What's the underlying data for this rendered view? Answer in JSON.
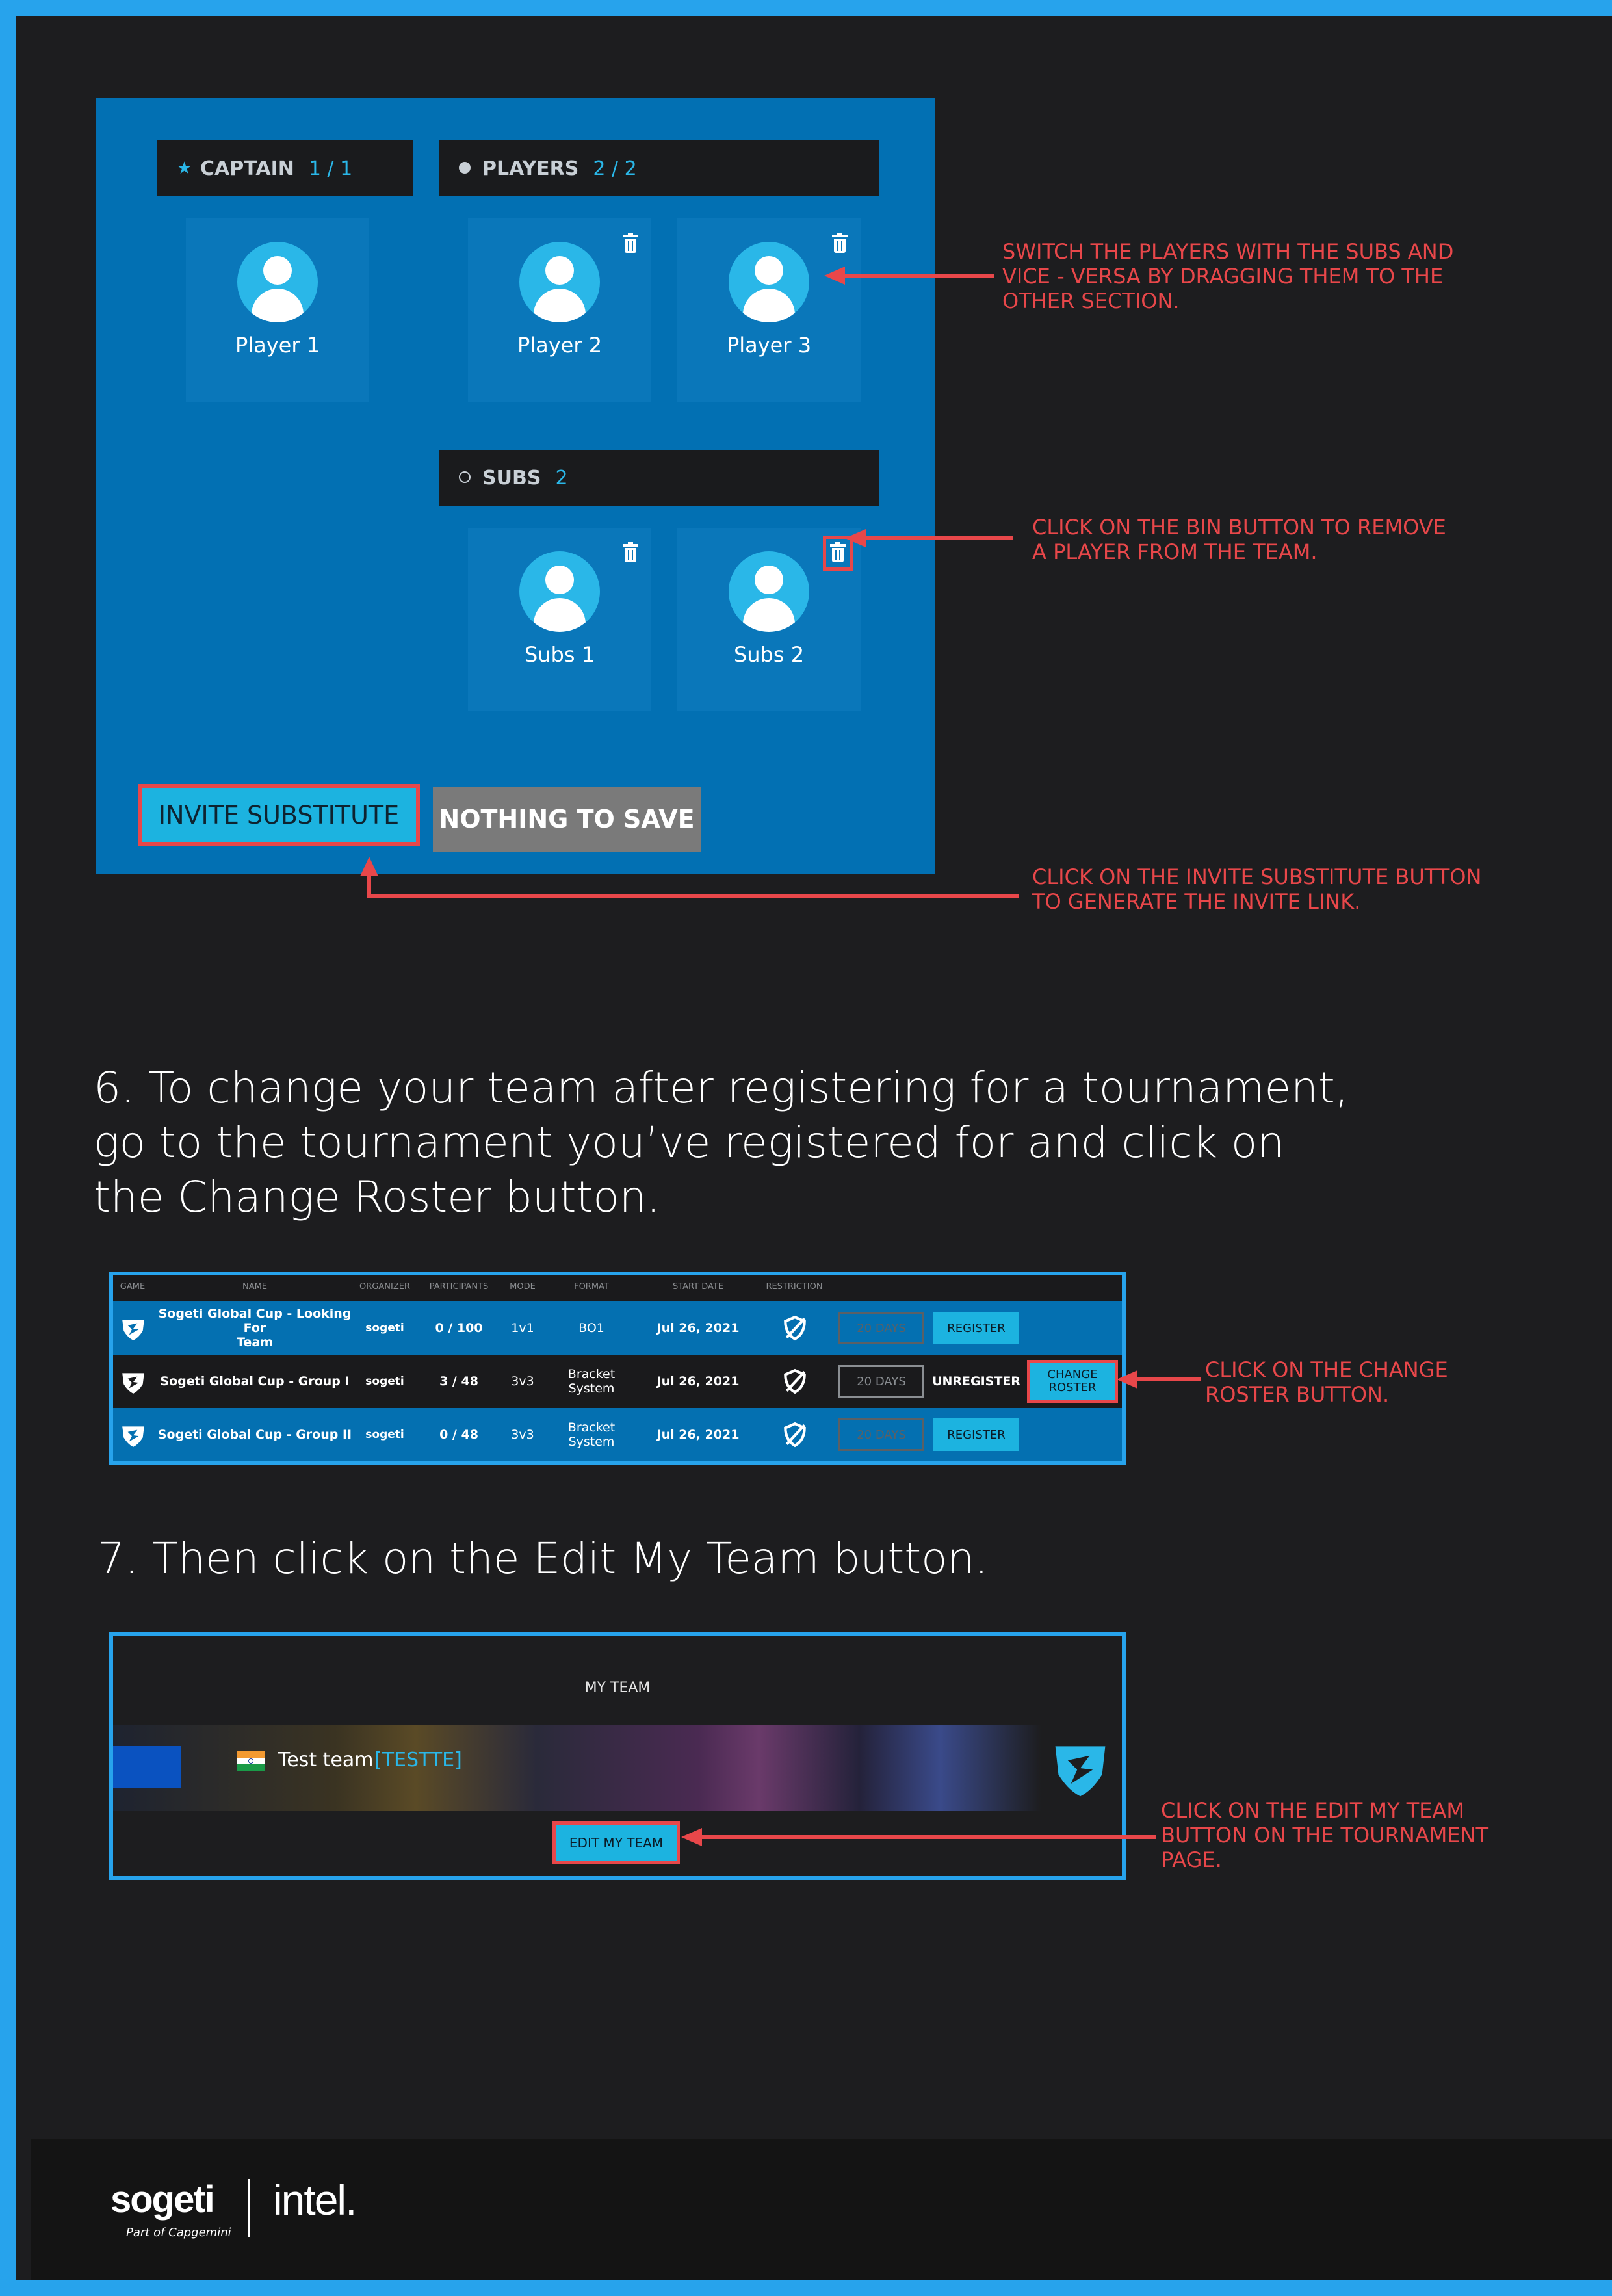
{
  "roster": {
    "captain": {
      "label": "CAPTAIN",
      "count": "1 / 1"
    },
    "players": {
      "label": "PLAYERS",
      "count": "2 / 2"
    },
    "subs": {
      "label": "SUBS",
      "count": "2"
    },
    "cards": {
      "player1": "Player 1",
      "player2": "Player 2",
      "player3": "Player 3",
      "subs1": "Subs 1",
      "subs2": "Subs 2"
    },
    "invite_button": "INVITE SUBSTITUTE",
    "save_button": "NOTHING TO SAVE"
  },
  "callouts": {
    "switch": "SWITCH THE PLAYERS WITH THE SUBS AND\nVICE - VERSA BY DRAGGING THEM TO THE\nOTHER SECTION.",
    "bin": "CLICK ON THE BIN BUTTON TO REMOVE\nA PLAYER FROM THE TEAM.",
    "invite": "CLICK ON THE INVITE SUBSTITUTE BUTTON\nTO GENERATE THE INVITE LINK.",
    "change_roster": "CLICK ON THE CHANGE\nROSTER BUTTON.",
    "edit_team": "CLICK ON THE EDIT MY TEAM\nBUTTON ON THE TOURNAMENT\nPAGE."
  },
  "steps": {
    "step6": "6. To change your team after registering for a tournament,\ngo to the tournament you’ve registered for and click on\nthe Change Roster button.",
    "step7": "7. Then click on the Edit My Team button."
  },
  "table": {
    "headers": {
      "game": "GAME",
      "name": "NAME",
      "organizer": "ORGANIZER",
      "participants": "PARTICIPANTS",
      "mode": "MODE",
      "format": "FORMAT",
      "start_date": "START DATE",
      "restriction": "RESTRICTION"
    },
    "rows": [
      {
        "name": "Sogeti Global Cup - Looking For\nTeam",
        "organizer": "sogeti",
        "participants": "0 / 100",
        "mode": "1v1",
        "format": "BO1",
        "start_date": "Jul 26, 2021",
        "days": "20 DAYS",
        "action": "REGISTER"
      },
      {
        "name": "Sogeti Global Cup - Group I",
        "organizer": "sogeti",
        "participants": "3 / 48",
        "mode": "3v3",
        "format": "Bracket\nSystem",
        "start_date": "Jul 26, 2021",
        "days": "20 DAYS",
        "action": "UNREGISTER",
        "extra": "CHANGE\nROSTER"
      },
      {
        "name": "Sogeti Global Cup - Group II",
        "organizer": "sogeti",
        "participants": "0 / 48",
        "mode": "3v3",
        "format": "Bracket\nSystem",
        "start_date": "Jul 26, 2021",
        "days": "20 DAYS",
        "action": "REGISTER"
      }
    ]
  },
  "my_team": {
    "title": "MY TEAM",
    "team_name": "Test team",
    "team_tag": "[TESTTE]",
    "edit_button": "EDIT MY TEAM"
  },
  "footer": {
    "sogeti_logo": "sogeti",
    "sogeti_sub": "Part of Capgemini",
    "intel_logo": "intel."
  },
  "colors": {
    "frame": "#27a3ec",
    "background": "#1d1d1f",
    "panel": "#0270b3",
    "accent": "#2ab7e8",
    "callout": "#e8474a"
  }
}
